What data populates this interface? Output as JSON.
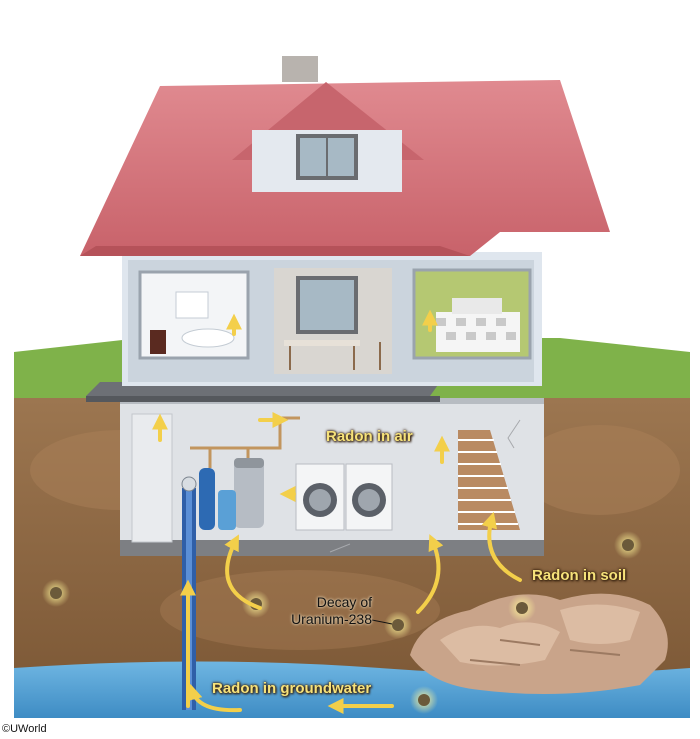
{
  "labels": {
    "radon_in_air": "Radon in air",
    "radon_in_soil": "Radon in soil",
    "decay_line1": "Decay of",
    "decay_line2": "Uranium-238",
    "radon_in_groundwater": "Radon in groundwater"
  },
  "copyright": "©UWorld",
  "colors": {
    "roof": "#d9727a",
    "wall": "#dfe6ee",
    "grass": "#7fb24a",
    "soil": "#8a6440",
    "water": "#5aa6d6",
    "arrow": "#f3cf4a",
    "label": "#f6e27a"
  }
}
